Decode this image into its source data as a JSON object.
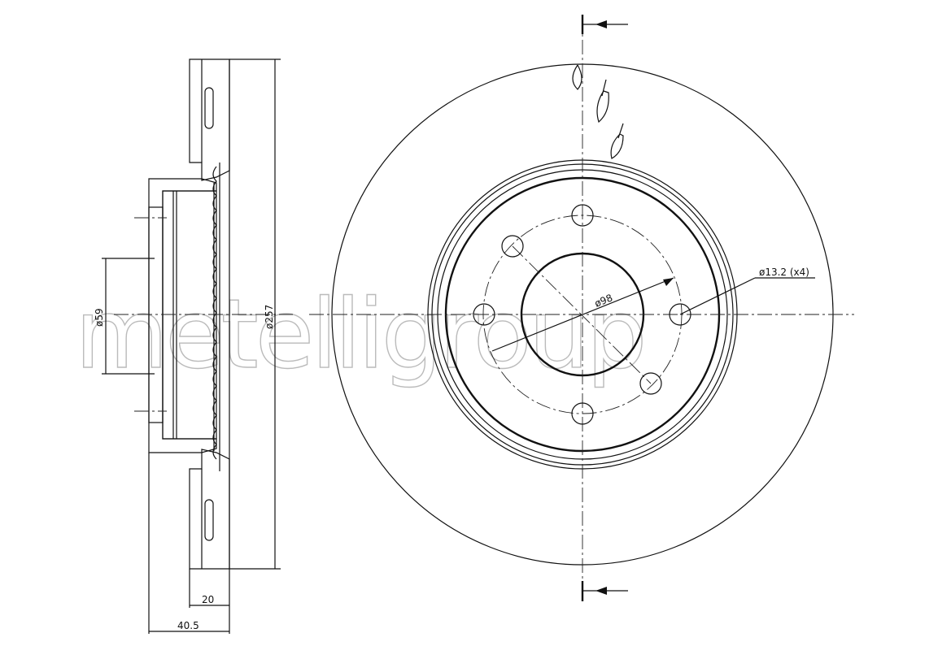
{
  "drawing": {
    "watermark": "metelligroup",
    "dimensions": {
      "hub_diameter": "ø59",
      "outer_diameter": "ø257",
      "disc_thickness": "20",
      "total_height": "40.5",
      "bolt_circle": "ø98",
      "bolt_holes": "ø13.2 (x4)"
    }
  }
}
